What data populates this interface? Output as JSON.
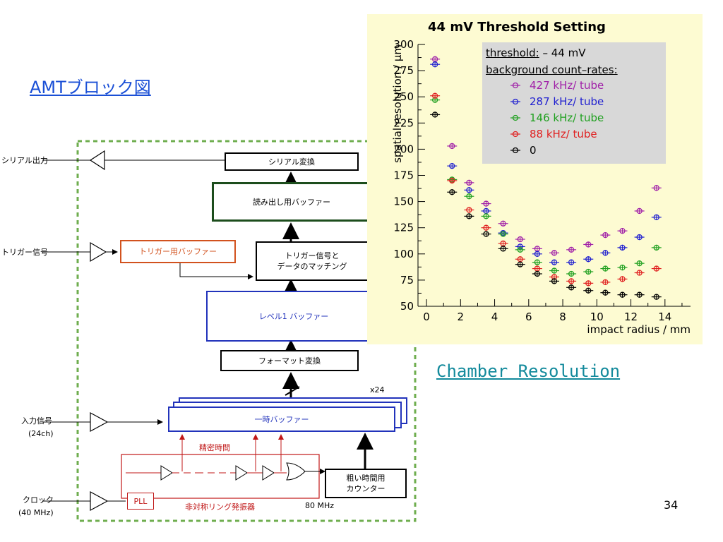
{
  "slide": {
    "title_amt": "AMTブロック図",
    "title_chamber": "Chamber Resolution",
    "page_number": "34"
  },
  "diagram": {
    "inputs": {
      "serial_out": "シリアル出力",
      "trigger_signal": "トリガー信号",
      "input_signal": "入力信号",
      "input_channels": "(24ch)",
      "clock": "クロック",
      "clock_freq": "(40 MHz)"
    },
    "boxes": {
      "serial_conversion": "シリアル変換",
      "readout_buffer": "読み出し用バッファー",
      "trigger_buffer": "トリガー用バッファー",
      "trigger_match_line1": "トリガー信号と",
      "trigger_match_line2": "データのマッチング",
      "level1_buffer": "レベル1 バッファー",
      "format_conversion": "フォーマット変換",
      "temp_buffer": "一時バッファー",
      "coarse_counter_line1": "粗い時間用",
      "coarse_counter_line2": "カウンター",
      "pll": "PLL"
    },
    "labels": {
      "x24": "x24",
      "fine_time": "精密時間",
      "ring_oscillator": "非対称リング発振器",
      "freq_80": "80 MHz"
    }
  },
  "chart_data": {
    "type": "scatter",
    "title": "44 mV Threshold Setting",
    "xlabel": "impact radius / mm",
    "ylabel": "spatial resolution / µm",
    "xlim": [
      -0.5,
      15.5
    ],
    "ylim": [
      50,
      300
    ],
    "xticks": [
      0,
      2,
      4,
      6,
      8,
      10,
      12,
      14
    ],
    "yticks": [
      50,
      75,
      100,
      125,
      150,
      175,
      200,
      225,
      250,
      275,
      300
    ],
    "legend": {
      "threshold_label": "threshold:",
      "threshold_value": " – 44 mV",
      "rates_label": "background count–rates:"
    },
    "series": [
      {
        "name": "427 kHz/ tube",
        "color": "#a020a8",
        "x": [
          0.5,
          1.5,
          2.5,
          3.5,
          4.5,
          5.5,
          6.5,
          7.5,
          8.5,
          9.5,
          10.5,
          11.5,
          12.5,
          13.5
        ],
        "y": [
          286,
          203,
          168,
          148,
          129,
          114,
          105,
          101,
          104,
          109,
          118,
          122,
          141,
          163
        ]
      },
      {
        "name": "287 kHz/ tube",
        "color": "#2020d0",
        "x": [
          0.5,
          1.5,
          2.5,
          3.5,
          4.5,
          5.5,
          6.5,
          7.5,
          8.5,
          9.5,
          10.5,
          11.5,
          12.5,
          13.5
        ],
        "y": [
          281,
          184,
          161,
          141,
          120,
          107,
          100,
          92,
          92,
          95,
          101,
          106,
          116,
          135
        ]
      },
      {
        "name": "146 kHz/ tube",
        "color": "#20a020",
        "x": [
          0.5,
          1.5,
          2.5,
          3.5,
          4.5,
          5.5,
          6.5,
          7.5,
          8.5,
          9.5,
          10.5,
          11.5,
          12.5,
          13.5
        ],
        "y": [
          247,
          171,
          155,
          136,
          119,
          104,
          92,
          84,
          81,
          83,
          86,
          87,
          91,
          106
        ]
      },
      {
        "name": " 88 kHz/ tube",
        "color": "#e02020",
        "x": [
          0.5,
          1.5,
          2.5,
          3.5,
          4.5,
          5.5,
          6.5,
          7.5,
          8.5,
          9.5,
          10.5,
          11.5,
          12.5,
          13.5
        ],
        "y": [
          251,
          170,
          142,
          125,
          110,
          95,
          86,
          78,
          74,
          72,
          73,
          76,
          82,
          86
        ]
      },
      {
        "name": "0",
        "color": "#000000",
        "x": [
          0.5,
          1.5,
          2.5,
          3.5,
          4.5,
          5.5,
          6.5,
          7.5,
          8.5,
          9.5,
          10.5,
          11.5,
          12.5,
          13.5
        ],
        "y": [
          233,
          159,
          136,
          119,
          105,
          90,
          81,
          74,
          68,
          65,
          63,
          61,
          61,
          59
        ]
      }
    ]
  }
}
